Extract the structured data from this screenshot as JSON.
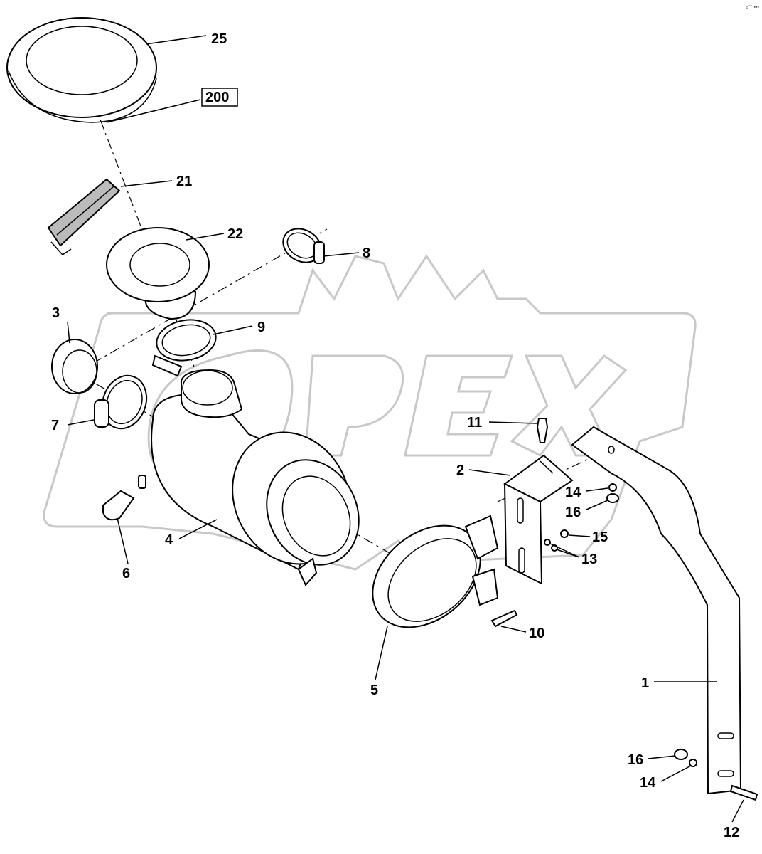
{
  "corner_stamp": "a°° ▪▪▪",
  "watermark": "OPEX",
  "callouts": [
    {
      "id": "25",
      "text": "25"
    },
    {
      "id": "200",
      "text": "200"
    },
    {
      "id": "21",
      "text": "21"
    },
    {
      "id": "22",
      "text": "22"
    },
    {
      "id": "8",
      "text": "8"
    },
    {
      "id": "3",
      "text": "3"
    },
    {
      "id": "9",
      "text": "9"
    },
    {
      "id": "7",
      "text": "7"
    },
    {
      "id": "11",
      "text": "11"
    },
    {
      "id": "2",
      "text": "2"
    },
    {
      "id": "14a",
      "text": "14"
    },
    {
      "id": "16a",
      "text": "16"
    },
    {
      "id": "15",
      "text": "15"
    },
    {
      "id": "13",
      "text": "13"
    },
    {
      "id": "4",
      "text": "4"
    },
    {
      "id": "6",
      "text": "6"
    },
    {
      "id": "10",
      "text": "10"
    },
    {
      "id": "5",
      "text": "5"
    },
    {
      "id": "1",
      "text": "1"
    },
    {
      "id": "16b",
      "text": "16"
    },
    {
      "id": "14b",
      "text": "14"
    },
    {
      "id": "12",
      "text": "12"
    }
  ]
}
